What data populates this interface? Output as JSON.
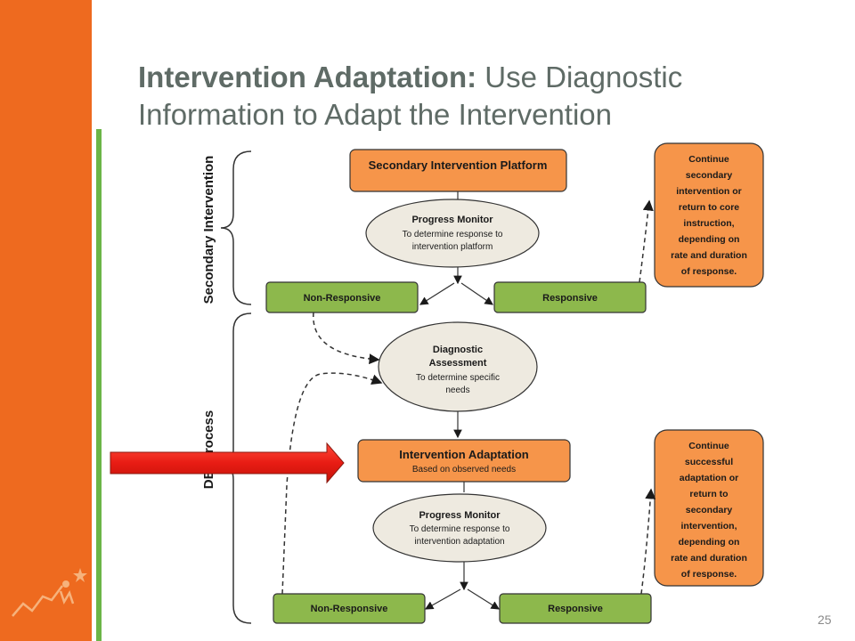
{
  "slide": {
    "title_bold": "Intervention Adaptation:",
    "title_rest": " Use Diagnostic Information to Adapt the Intervention",
    "page_number": "25"
  },
  "diagram": {
    "side_labels": {
      "secondary": "Secondary Intervention",
      "dbi": "DBI Process"
    },
    "platform": "Secondary Intervention Platform",
    "progress_monitor_1": {
      "title": "Progress Monitor",
      "line1": "To determine response to",
      "line2": "intervention platform"
    },
    "non_responsive_1": "Non-Responsive",
    "responsive_1": "Responsive",
    "continue_1": [
      "Continue",
      "secondary",
      "intervention or",
      "return to core",
      "instruction,",
      "depending on",
      "rate and duration",
      "of response."
    ],
    "diagnostic": {
      "title1": "Diagnostic",
      "title2": "Assessment",
      "line1": "To determine specific",
      "line2": "needs"
    },
    "adaptation": {
      "title": "Intervention Adaptation",
      "sub": "Based on observed needs"
    },
    "progress_monitor_2": {
      "title": "Progress Monitor",
      "line1": "To determine response to",
      "line2": "intervention adaptation"
    },
    "non_responsive_2": "Non-Responsive",
    "responsive_2": "Responsive",
    "continue_2": [
      "Continue",
      "successful",
      "adaptation or",
      "return to",
      "secondary",
      "intervention,",
      "depending on",
      "rate and duration",
      "of response."
    ]
  },
  "colors": {
    "sidebar": "#ee6a1f",
    "green_rule": "#6bb547",
    "orange_box": "#f6954a",
    "green_box": "#8db84c",
    "ellipse": "#eeeae0",
    "arrow": "#e8251f"
  },
  "icons": [
    "logo-icon",
    "red-arrow-icon"
  ]
}
